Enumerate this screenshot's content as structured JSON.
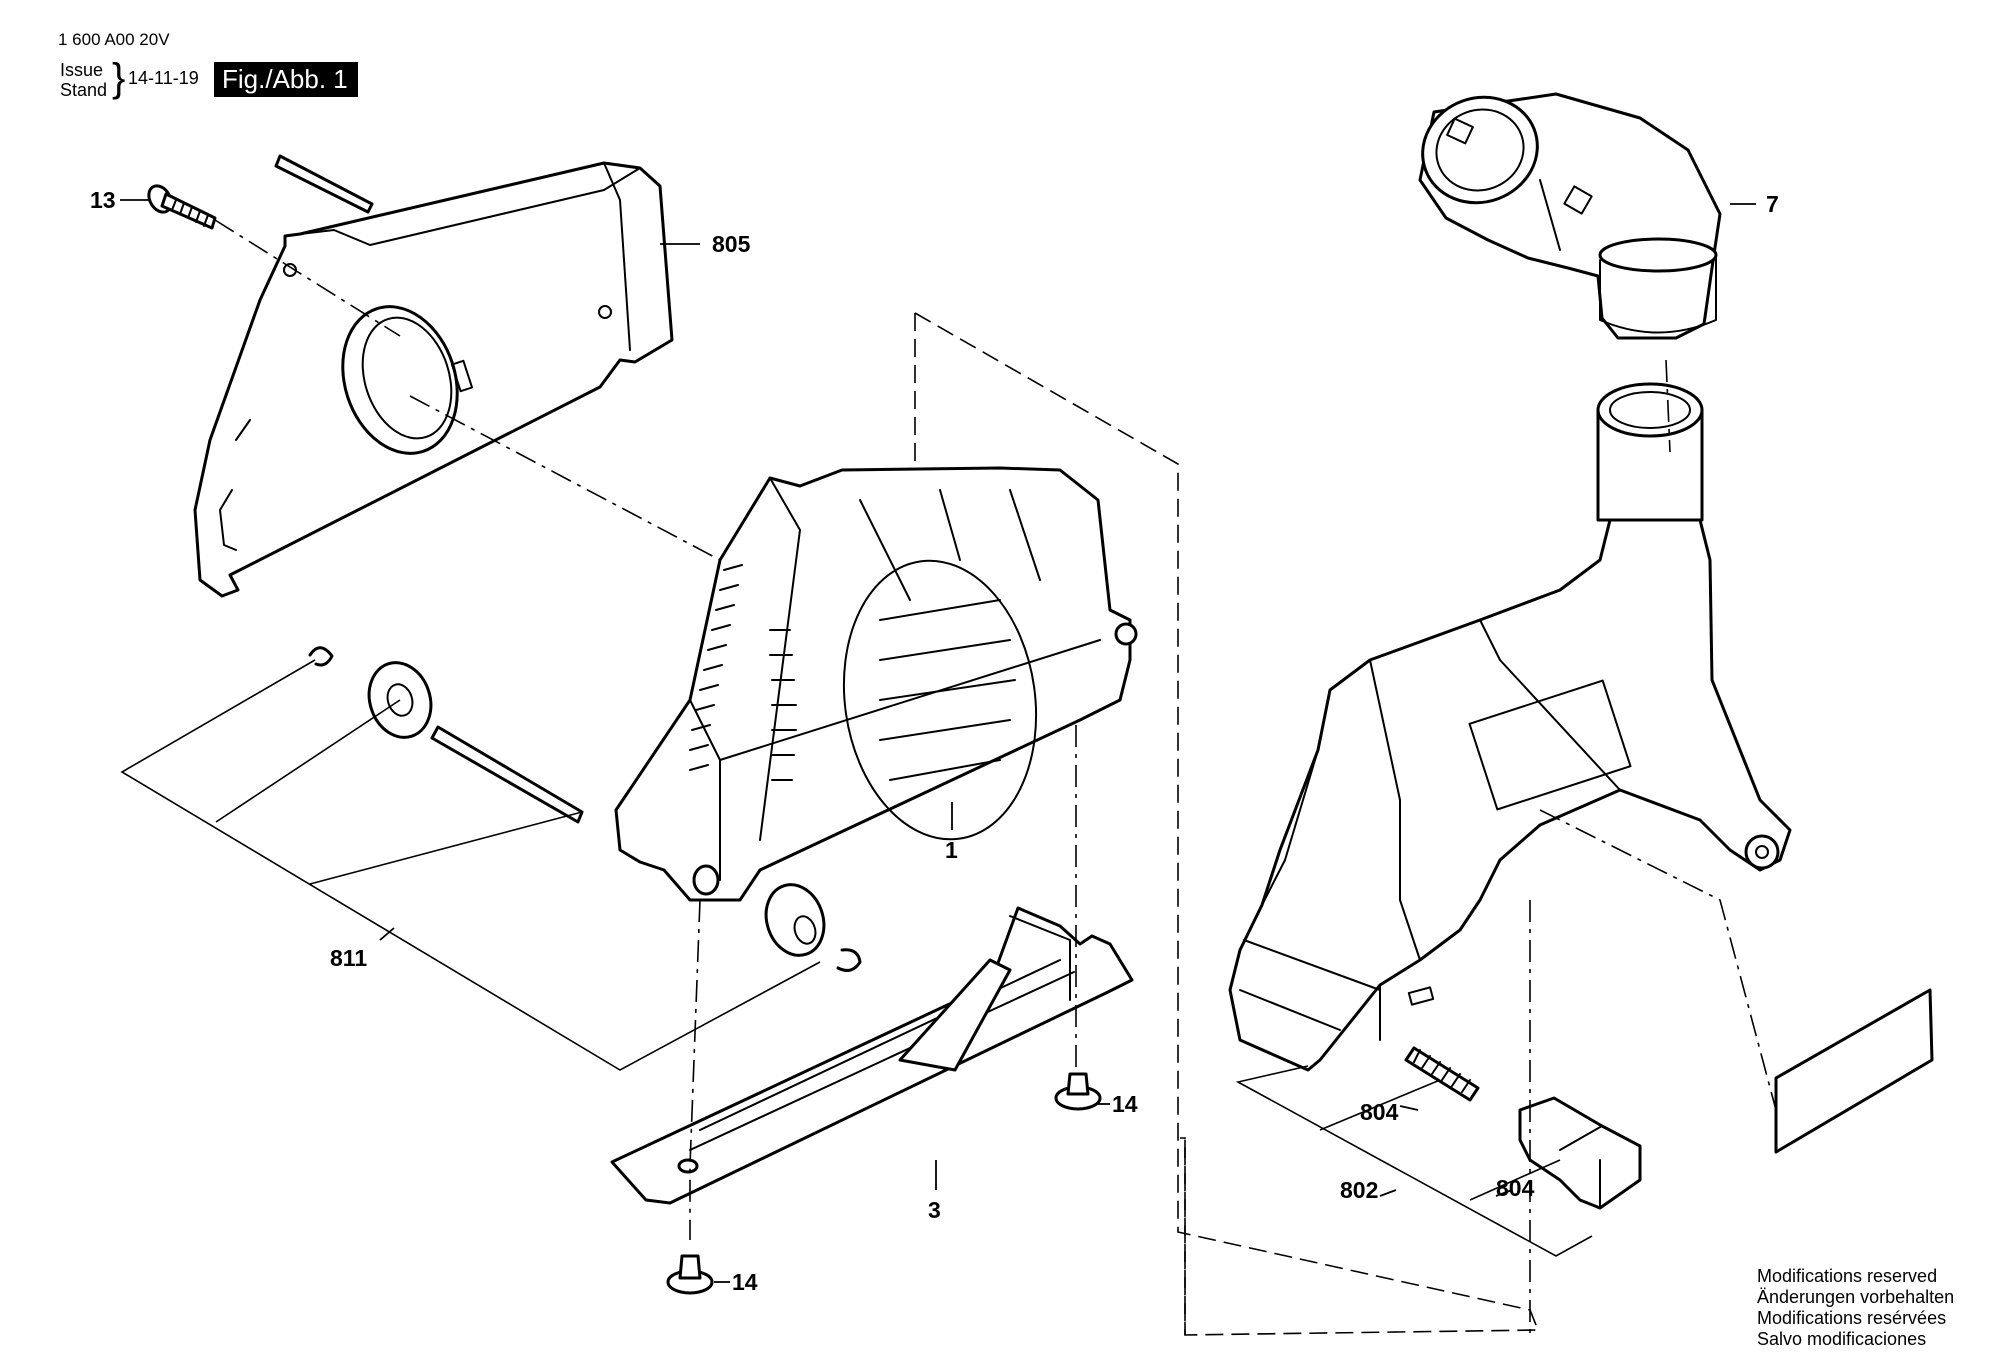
{
  "header": {
    "doc_number": "1 600 A00 20V",
    "issue_label_en": "Issue",
    "issue_label_de": "Stand",
    "issue_date": "14-11-19",
    "figure_label": "Fig./Abb. 1"
  },
  "callouts": {
    "part_13": "13",
    "part_805": "805",
    "part_7": "7",
    "part_1": "1",
    "part_811": "811",
    "part_3": "3",
    "part_14_upper": "14",
    "part_14_lower": "14",
    "part_804_upper": "804",
    "part_804_lower": "804",
    "part_802": "802"
  },
  "notes": [
    "Modifications reserved",
    "Änderungen vorbehalten",
    "Modifications resérvées",
    "Salvo modificaciones"
  ]
}
